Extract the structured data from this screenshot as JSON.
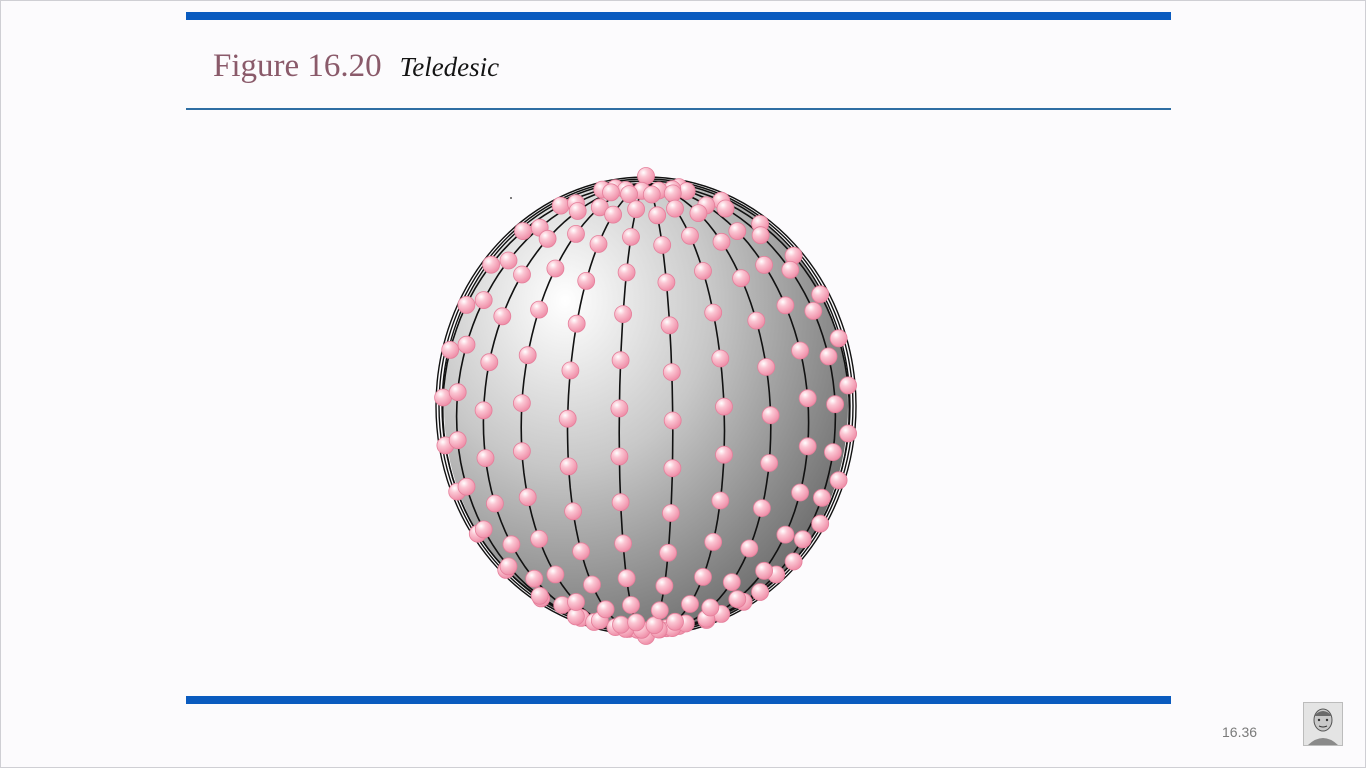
{
  "slide": {
    "figure_number": "Figure 16.20",
    "figure_caption": "Teledesic",
    "page_number": "16.36"
  },
  "figure": {
    "satellite_color": "#f4a4b8",
    "globe_color": "#bdbdbd",
    "orbit_line_color": "#111111"
  },
  "theme": {
    "rule_color": "#0a5bbf",
    "title_color": "#8a5a6a"
  }
}
